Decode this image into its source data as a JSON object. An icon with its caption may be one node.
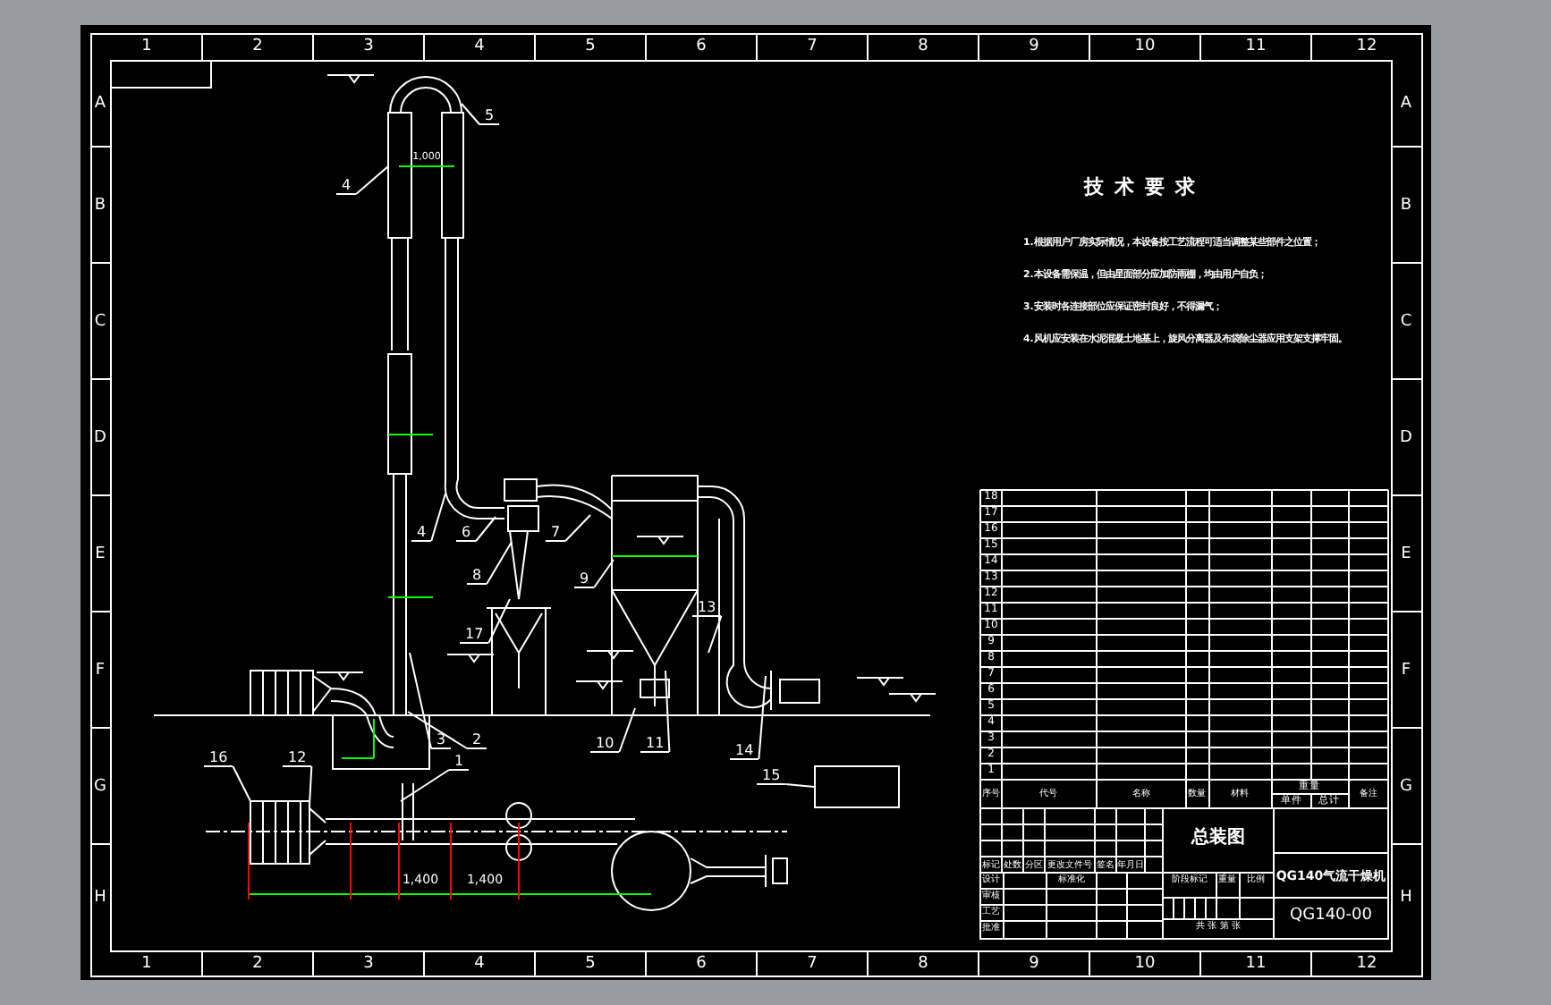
{
  "diagram": {
    "title": "技术要求",
    "nodes": [
      {
        "text": [
          "5"
        ]
      },
      {
        "text": [
          "4"
        ]
      },
      {
        "text": [
          "4"
        ]
      },
      {
        "text": [
          "6"
        ]
      },
      {
        "text": [
          "7"
        ]
      },
      {
        "text": [
          "8"
        ]
      },
      {
        "text": [
          "9"
        ]
      },
      {
        "text": [
          "17"
        ]
      },
      {
        "text": [
          "13"
        ]
      },
      {
        "text": [
          "3"
        ]
      },
      {
        "text": [
          "2"
        ]
      },
      {
        "text": [
          "1"
        ]
      },
      {
        "text": [
          "10"
        ]
      },
      {
        "text": [
          "11"
        ]
      },
      {
        "text": [
          "14"
        ]
      },
      {
        "text": [
          "15"
        ]
      },
      {
        "text": [
          "16"
        ]
      },
      {
        "text": [
          "12"
        ]
      },
      {
        "text": [],
        "shape": "box"
      }
    ],
    "edges": [
      {
        "from": 0,
        "to": null,
        "arrow": "none"
      },
      {
        "from": 1,
        "to": null,
        "arrow": "none"
      },
      {
        "from": 2,
        "to": null,
        "arrow": "none"
      },
      {
        "from": 3,
        "to": null,
        "arrow": "none"
      },
      {
        "from": 4,
        "to": null,
        "arrow": "none"
      },
      {
        "from": 5,
        "to": null,
        "arrow": "none"
      },
      {
        "from": 6,
        "to": null,
        "arrow": "none"
      },
      {
        "from": 7,
        "to": null,
        "arrow": "none"
      },
      {
        "from": 8,
        "to": null,
        "arrow": "none"
      },
      {
        "from": 9,
        "to": null,
        "arrow": "none"
      },
      {
        "from": 10,
        "to": null,
        "arrow": "none"
      },
      {
        "from": 11,
        "to": null,
        "arrow": "none"
      },
      {
        "from": 12,
        "to": null,
        "arrow": "none"
      },
      {
        "from": 13,
        "to": null,
        "arrow": "none"
      },
      {
        "from": 14,
        "to": null,
        "arrow": "none"
      },
      {
        "from": 15,
        "to": 18,
        "arrow": "none"
      },
      {
        "from": 16,
        "to": null,
        "arrow": "none"
      },
      {
        "from": 17,
        "to": null,
        "arrow": "none"
      }
    ],
    "labels": [
      "1",
      "2",
      "3",
      "4",
      "5",
      "6",
      "7",
      "8",
      "9",
      "10",
      "11",
      "12",
      "A",
      "B",
      "C",
      "D",
      "E",
      "F",
      "G",
      "H",
      "A",
      "B",
      "C",
      "D",
      "E",
      "F",
      "G",
      "H",
      "1",
      "2",
      "3",
      "4",
      "5",
      "6",
      "7",
      "8",
      "9",
      "10",
      "11",
      "12",
      "1.根据用户厂房实际情况，本设备按工艺流程可适当调整某些部件之位置；",
      "2.本设备需保温，但由星面部分应加防雨棚，均由用户自负；",
      "3.安装时各连接部位应保证密封良好，不得漏气；",
      "4.风机应安装在水泥混凝土地基上，旋风分离器及布袋除尘器应用支架支撑牢固。",
      "18",
      "17",
      "16",
      "15",
      "14",
      "13",
      "12",
      "11",
      "10",
      "9",
      "8",
      "7",
      "6",
      "5",
      "4",
      "3",
      "2",
      "1",
      "序号",
      "代号",
      "名称",
      "数量",
      "材料",
      "单件",
      "总计",
      "重量",
      "备注",
      "总装图",
      "QG140气流干燥机",
      "QG140-00",
      "标记",
      "处数",
      "分区",
      "更改文件号",
      "签名",
      "年月日",
      "设计",
      "标准化",
      "审核",
      "工艺",
      "批准",
      "阶段标记",
      "重量",
      "比例",
      "共 张 第 张",
      "1,000",
      "1,400",
      "1,400"
    ]
  }
}
